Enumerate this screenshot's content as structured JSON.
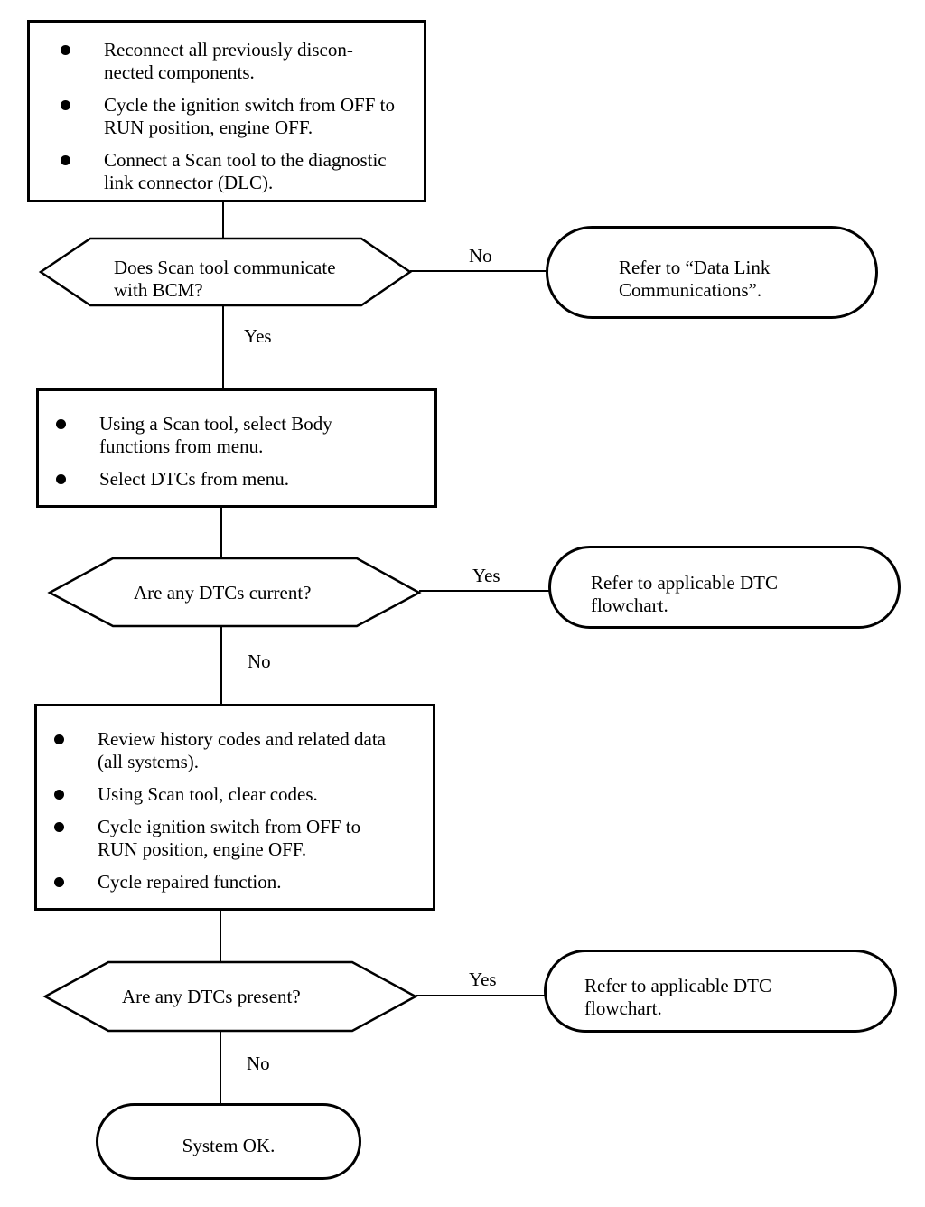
{
  "step1": {
    "items": [
      "Reconnect all previously discon-\nnected components.",
      "Cycle the ignition switch from OFF to\nRUN position, engine OFF.",
      "Connect a Scan tool to the diagnostic\nlink connector (DLC)."
    ]
  },
  "decision1": {
    "text": "Does Scan tool communicate\nwith BCM?",
    "no_label": "No",
    "yes_label": "Yes"
  },
  "result1": {
    "text": "Refer to “Data Link\nCommunications”."
  },
  "step2": {
    "items": [
      "Using a Scan tool, select Body\nfunctions from menu.",
      "Select DTCs from menu."
    ]
  },
  "decision2": {
    "text": "Are any DTCs current?",
    "yes_label": "Yes",
    "no_label": "No"
  },
  "result2": {
    "text": "Refer to applicable DTC\nflowchart."
  },
  "step3": {
    "items": [
      "Review history codes and related data\n(all systems).",
      "Using Scan tool, clear codes.",
      "Cycle ignition switch from OFF to\nRUN position, engine OFF.",
      "Cycle repaired function."
    ]
  },
  "decision3": {
    "text": "Are any DTCs present?",
    "yes_label": "Yes",
    "no_label": "No"
  },
  "result3": {
    "text": "Refer to applicable DTC\nflowchart."
  },
  "final": {
    "text": "System OK."
  }
}
